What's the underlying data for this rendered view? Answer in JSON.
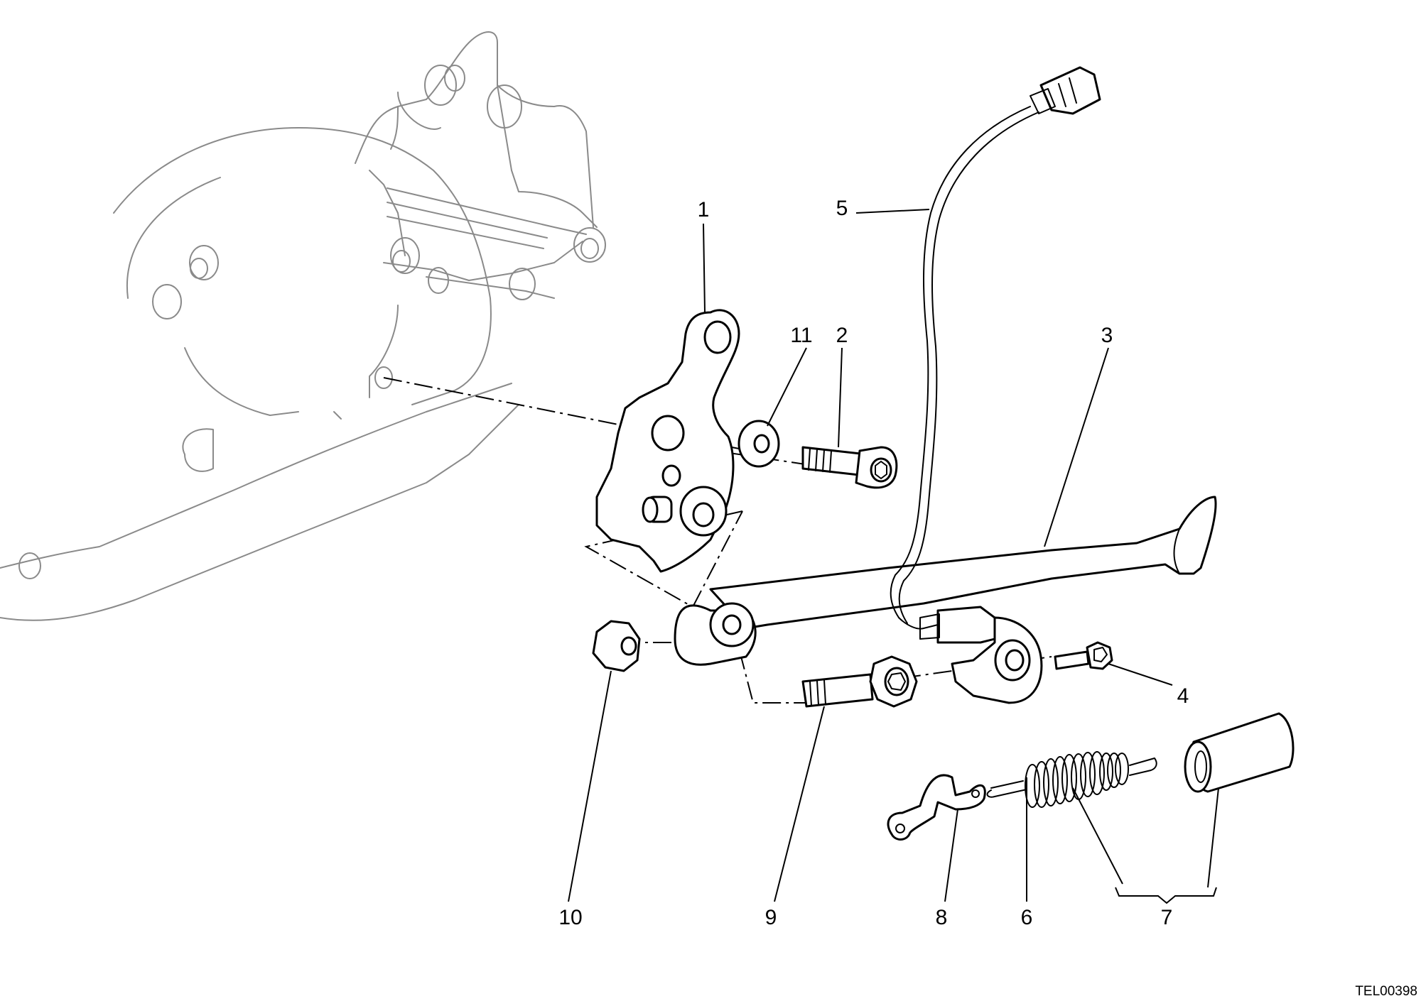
{
  "diagram": {
    "figure_code": "TEL00398",
    "callouts": [
      "1",
      "2",
      "3",
      "4",
      "5",
      "6",
      "7",
      "8",
      "9",
      "10",
      "11"
    ]
  }
}
